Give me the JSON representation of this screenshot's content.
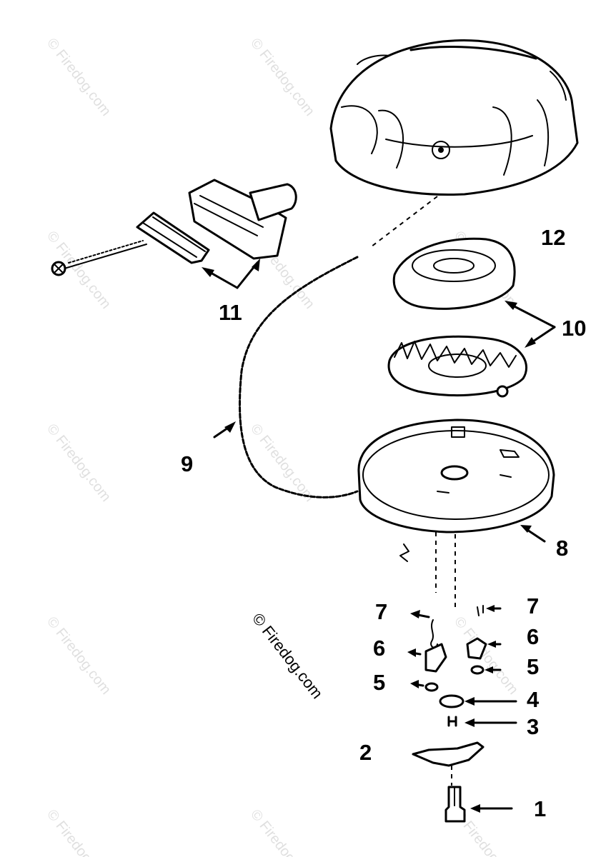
{
  "watermark": {
    "main_text": "© Firedog.com",
    "tile_text": "© Firedog.com"
  },
  "callouts": {
    "c1": "1",
    "c2": "2",
    "c3": "3",
    "c4": "4",
    "c5_left": "5",
    "c5_right": "5",
    "c6_left": "6",
    "c6_right": "6",
    "c7_left": "7",
    "c7_right": "7",
    "c8": "8",
    "c9": "9",
    "c10": "10",
    "c11": "11",
    "c12": "12"
  },
  "colors": {
    "ink": "#000000",
    "paper": "#ffffff"
  }
}
